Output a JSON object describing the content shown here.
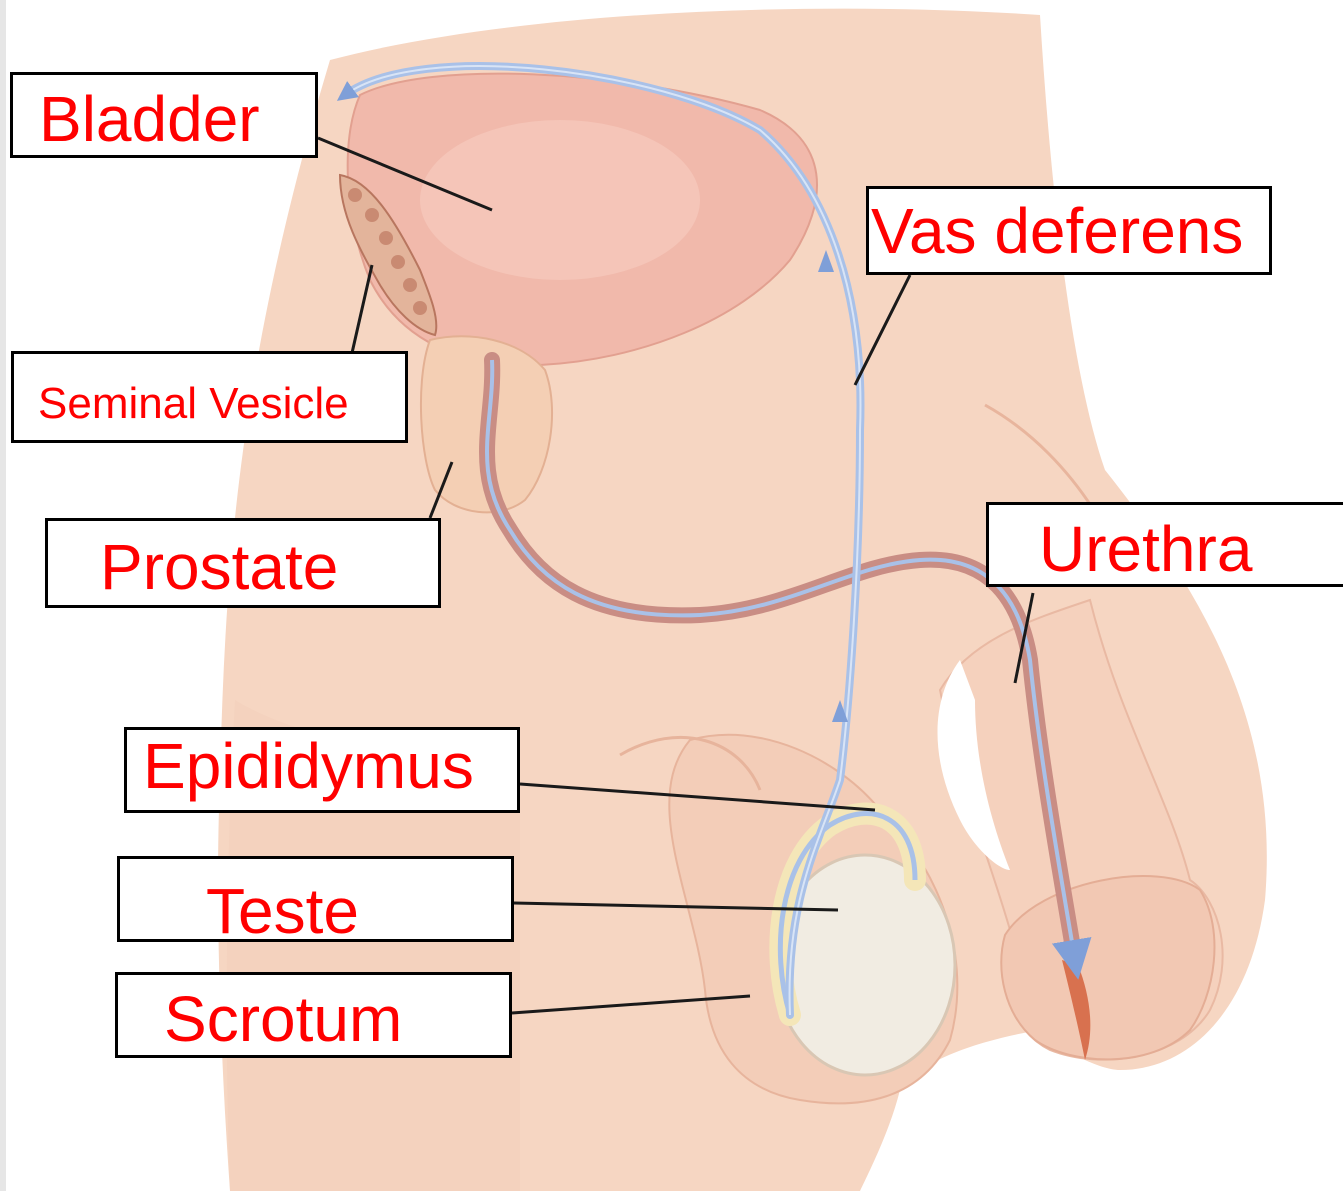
{
  "diagram": {
    "labels": {
      "bladder": "Bladder",
      "seminal_vesicle": "Seminal Vesicle",
      "prostate": "Prostate",
      "vas_deferens": "Vas deferens",
      "urethra": "Urethra",
      "epididymus": "Epididymus",
      "teste": "Teste",
      "scrotum": "Scrotum"
    },
    "colors": {
      "label_text": "#ff0000",
      "label_border": "#000000",
      "skin": "#f7d7c4",
      "bladder": "#f0b5a8",
      "duct": "#a9c1e8",
      "urethra": "#c88a80",
      "teste": "#f1ece2"
    }
  }
}
